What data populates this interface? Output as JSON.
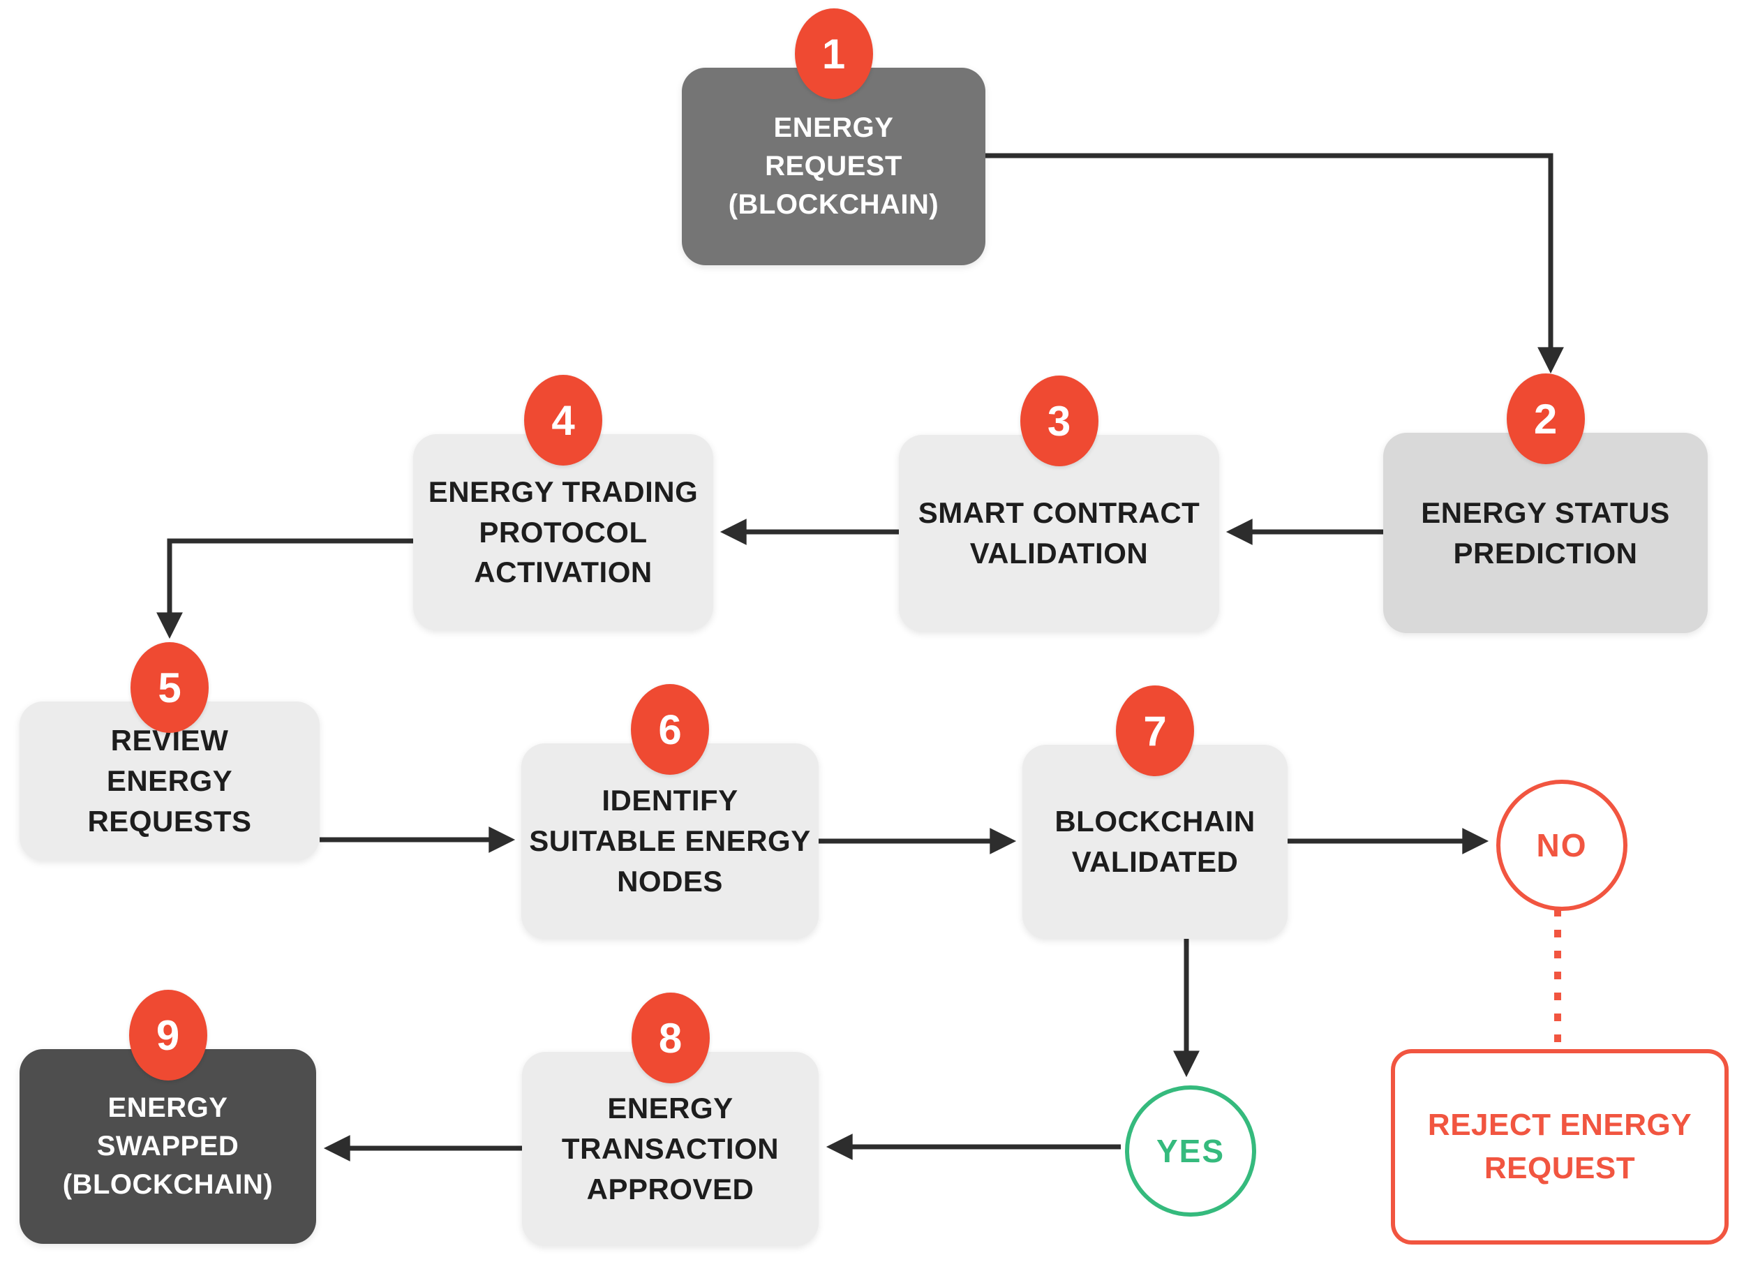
{
  "diagram": {
    "nodes": [
      {
        "number": "1",
        "label": "ENERGY REQUEST (BLOCKCHAIN)",
        "style": "dark"
      },
      {
        "number": "2",
        "label": "ENERGY STATUS PREDICTION",
        "style": "gray"
      },
      {
        "number": "3",
        "label": "SMART CONTRACT VALIDATION",
        "style": "light"
      },
      {
        "number": "4",
        "label": "ENERGY TRADING PROTOCOL ACTIVATION",
        "style": "light"
      },
      {
        "number": "5",
        "label": "REVIEW ENERGY REQUESTS",
        "style": "light"
      },
      {
        "number": "6",
        "label": "IDENTIFY SUITABLE ENERGY NODES",
        "style": "light"
      },
      {
        "number": "7",
        "label": "BLOCKCHAIN VALIDATED",
        "style": "light"
      },
      {
        "number": "8",
        "label": "ENERGY TRANSACTION APPROVED",
        "style": "light"
      },
      {
        "number": "9",
        "label": "ENERGY SWAPPED (BLOCKCHAIN)",
        "style": "darker"
      }
    ],
    "decisions": [
      {
        "label": "NO",
        "color": "#f15540"
      },
      {
        "label": "YES",
        "color": "#35ba7d"
      }
    ],
    "reject_label": "REJECT ENERGY REQUEST",
    "edges": [
      {
        "from": "1",
        "to": "2",
        "style": "solid"
      },
      {
        "from": "2",
        "to": "3",
        "style": "solid"
      },
      {
        "from": "3",
        "to": "4",
        "style": "solid"
      },
      {
        "from": "4",
        "to": "5",
        "style": "solid"
      },
      {
        "from": "5",
        "to": "6",
        "style": "solid"
      },
      {
        "from": "6",
        "to": "7",
        "style": "solid"
      },
      {
        "from": "7",
        "to": "NO",
        "style": "solid"
      },
      {
        "from": "7",
        "to": "YES",
        "style": "solid"
      },
      {
        "from": "YES",
        "to": "8",
        "style": "solid"
      },
      {
        "from": "8",
        "to": "9",
        "style": "solid"
      },
      {
        "from": "NO",
        "to": "REJECT",
        "style": "dotted"
      }
    ],
    "colors": {
      "badge": "#ef4a32",
      "dark_box": "#757575",
      "darker_box": "#4e4e4e",
      "light_box": "#ececec",
      "medium_box": "#d9d9d9",
      "arrow": "#2d2d2d",
      "no_accent": "#f15540",
      "yes_accent": "#35ba7d",
      "text_dark": "#1d1d1d",
      "text_light": "#ffffff"
    }
  }
}
